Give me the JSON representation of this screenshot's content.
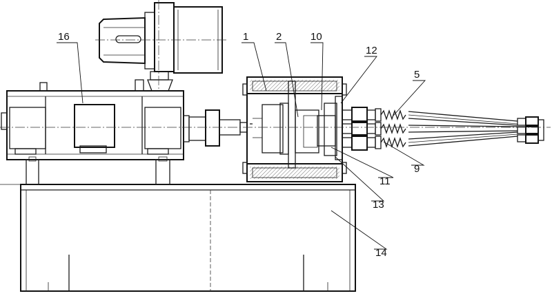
{
  "callouts": [
    {
      "id": "label-16",
      "text": "16"
    },
    {
      "id": "label-1",
      "text": "1"
    },
    {
      "id": "label-2",
      "text": "2"
    },
    {
      "id": "label-10",
      "text": "10"
    },
    {
      "id": "label-12",
      "text": "12"
    },
    {
      "id": "label-5",
      "text": "5"
    },
    {
      "id": "label-9",
      "text": "9"
    },
    {
      "id": "label-11",
      "text": "11"
    },
    {
      "id": "label-13",
      "text": "13"
    },
    {
      "id": "label-14",
      "text": "14"
    }
  ],
  "colors": {
    "line": "#1a1a1a",
    "background": "#ffffff"
  }
}
